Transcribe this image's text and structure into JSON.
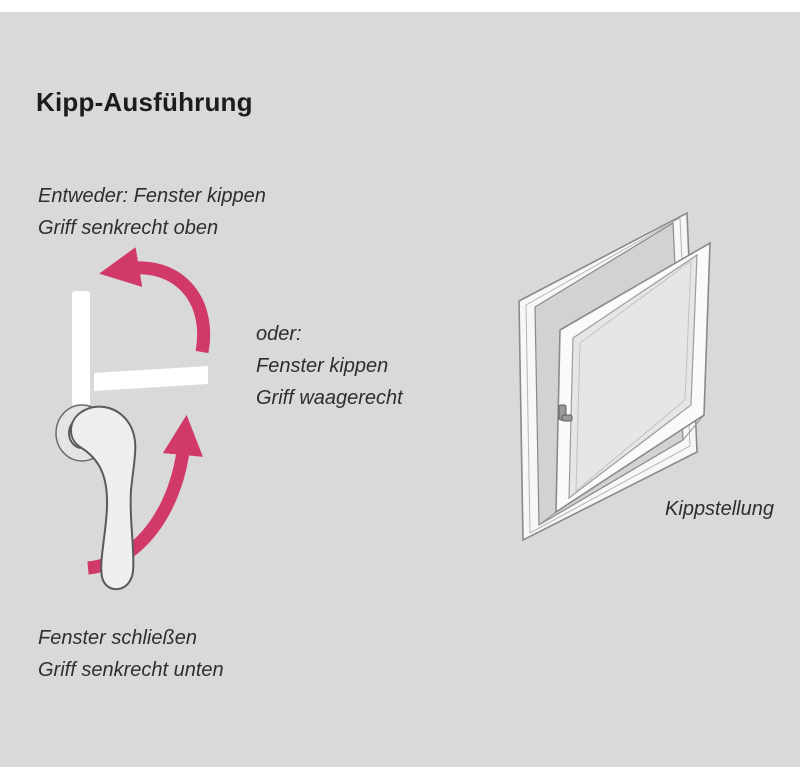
{
  "colors": {
    "background": "#d9d9d9",
    "strip": "#ffffff",
    "accent": "#d13a68",
    "text": "#2e2e2e",
    "outline": "#8a8a8a"
  },
  "title": "Kipp-Ausführung",
  "labels": {
    "option1_line1": "Entweder: Fenster kippen",
    "option1_line2": "Griff senkrecht oben",
    "option2_line1": "oder:",
    "option2_line2": "Fenster kippen",
    "option2_line3": "Griff waagerecht",
    "close_line1": "Fenster schließen",
    "close_line2": "Griff senkrecht unten",
    "window_caption": "Kippstellung"
  },
  "icons": {
    "handle": "window-handle-icon",
    "arrow_up": "rotate-counterclockwise-arrow-icon",
    "arrow_down": "rotate-clockwise-arrow-icon",
    "window": "tilted-window-icon",
    "small_handle": "window-sash-handle-icon"
  }
}
